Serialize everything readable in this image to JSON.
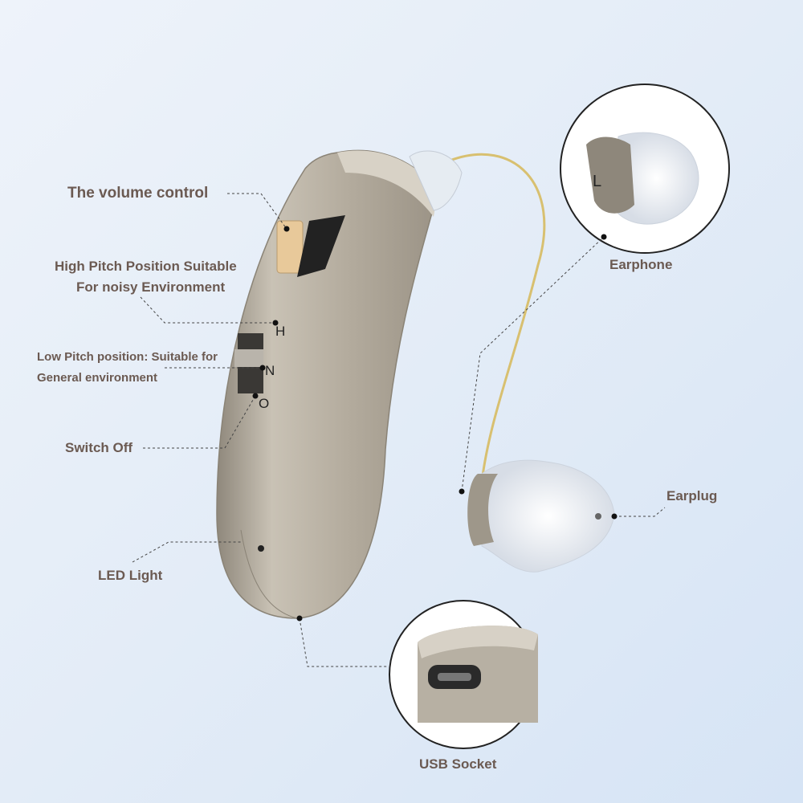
{
  "labels": {
    "volume_control": "The volume control",
    "high_pitch_line1": "High Pitch Position Suitable",
    "high_pitch_line2": "For noisy Environment",
    "low_pitch_line1": "Low Pitch position: Suitable for",
    "low_pitch_line2": "General environment",
    "switch_off": "Switch Off",
    "led_light": "LED Light",
    "earphone": "Earphone",
    "earplug": "Earplug",
    "usb_socket": "USB Socket"
  },
  "switch_marks": {
    "high": "H",
    "normal": "N",
    "off": "O"
  },
  "earphone_mark": "L",
  "colors": {
    "text": "#6b5a52",
    "body": "#b5ad9f",
    "volume_wheel": "#e8c99a",
    "wire": "#d8c070"
  }
}
